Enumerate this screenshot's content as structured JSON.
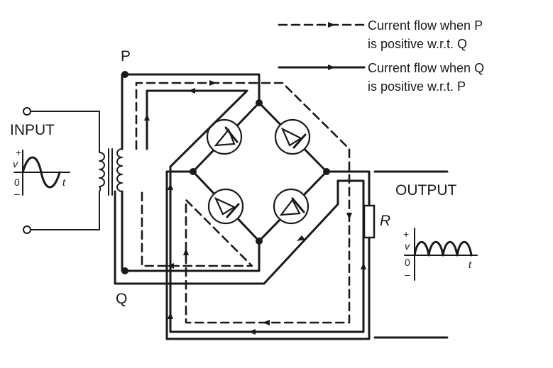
{
  "labels": {
    "input": "INPUT",
    "output": "OUTPUT",
    "terminal_p": "P",
    "terminal_q": "Q",
    "resistor": "R"
  },
  "legend": {
    "dashed": [
      "Current flow when P",
      "is positive w.r.t. Q"
    ],
    "solid": [
      "Current flow when  Q",
      "is positive w.r.t. P"
    ]
  },
  "input_graph": {
    "plus": "+",
    "v": "v",
    "zero": "0",
    "minus": "–",
    "t": "t"
  },
  "output_graph": {
    "plus": "+",
    "v": "v",
    "zero": "0",
    "minus": "–",
    "t": "t"
  },
  "colors": {
    "ink": "#1a1a1a",
    "background": "#ffffff"
  }
}
